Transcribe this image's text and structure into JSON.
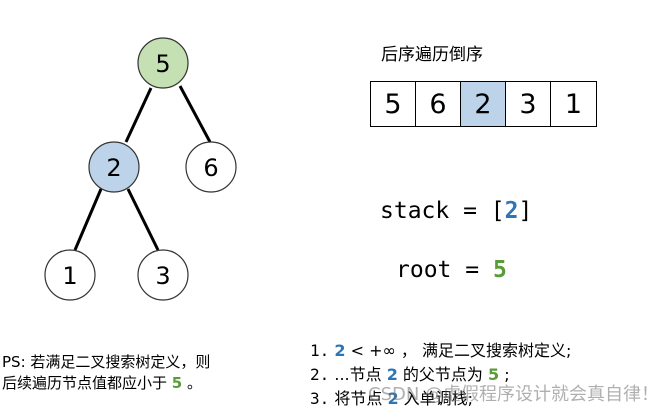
{
  "tree": {
    "nodes": [
      {
        "label": "5",
        "fill": "#c5e0b3"
      },
      {
        "label": "2",
        "fill": "#bcd3ea"
      },
      {
        "label": "6",
        "fill": "#ffffff"
      },
      {
        "label": "1",
        "fill": "#ffffff"
      },
      {
        "label": "3",
        "fill": "#ffffff"
      }
    ]
  },
  "sequence": {
    "title": "后序遍历倒序",
    "values": [
      "5",
      "6",
      "2",
      "3",
      "1"
    ],
    "highlight_color": "#bcd3ea"
  },
  "stack_line": {
    "prefix": "stack = [",
    "value": "2",
    "suffix": "]"
  },
  "root_line": {
    "prefix": "root = ",
    "value": "5"
  },
  "ps_note": {
    "line1": "PS: 若满足二叉搜索树定义，则",
    "line2_prefix": "后续遍历节点值都应小于 ",
    "value": "5",
    "line2_suffix": " 。"
  },
  "steps": [
    {
      "num": "1.",
      "pre": " ",
      "val": "2",
      "post": " < +∞ ， 满足二叉搜索树定义;",
      "val_color": "blue"
    },
    {
      "num": "2.",
      "pre": " ...节点 ",
      "val": "2",
      "post": " 的父节点为 ",
      "val2": "5",
      "tail": " ;",
      "val_color": "blue"
    },
    {
      "num": "3.",
      "pre": " 将节点 ",
      "val": "2",
      "post": " 入单调栈;",
      "val_color": "blue"
    }
  ],
  "watermark": "CSDN @虚假程序设计就会真自律！",
  "colors": {
    "blue": "#2e75b6",
    "green": "#5a9b3a"
  }
}
